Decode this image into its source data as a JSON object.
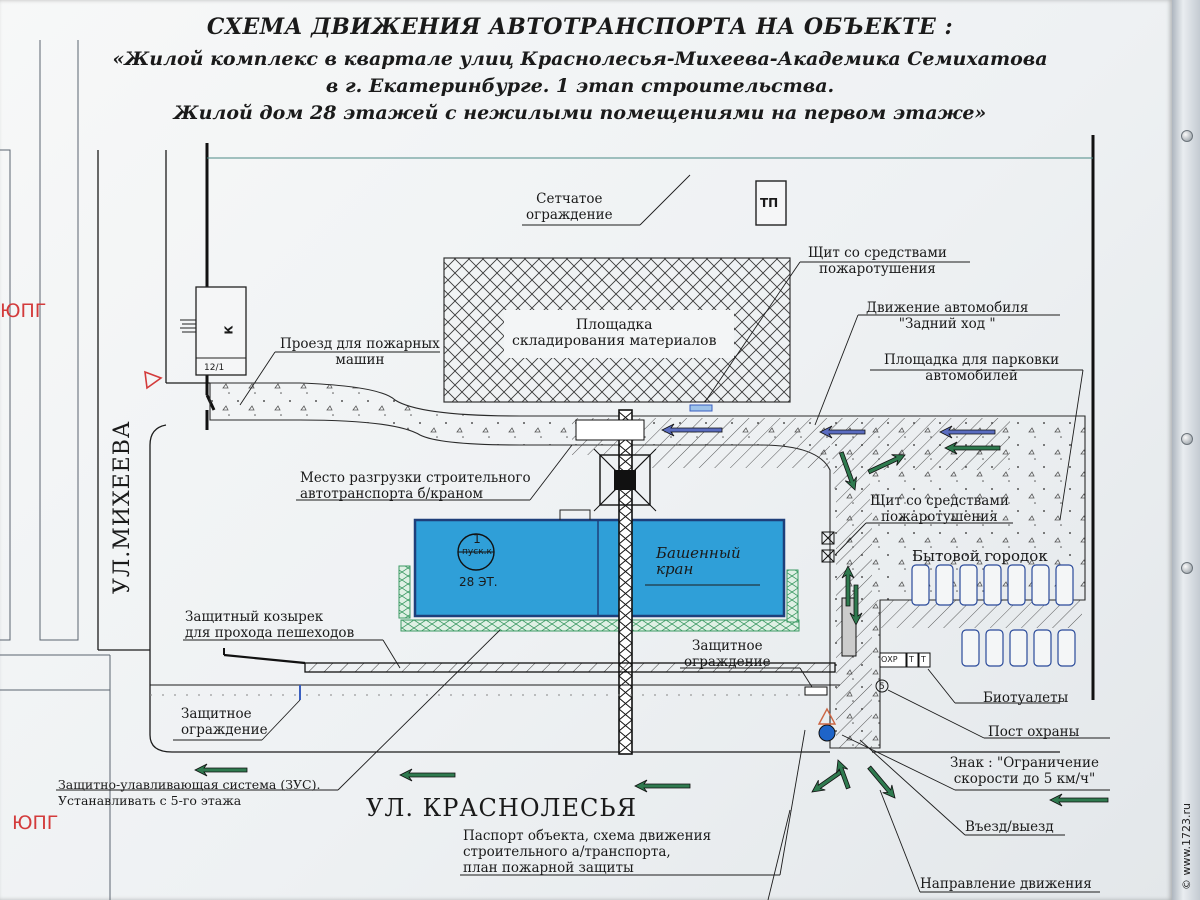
{
  "title": {
    "line1": "СХЕМА ДВИЖЕНИЯ АВТОТРАНСПОРТА НА ОБЪЕКТЕ :",
    "line2": "«Жилой комплекс в квартале улиц  Краснолесья-Михеева-Академика Семихатова",
    "line3": "в г. Екатеринбурге. 1 этап строительства.",
    "line4": "Жилой дом 28 этажей с нежилыми помещениями  на первом этаже»"
  },
  "streets": {
    "miheeva": "УЛ.МИХЕЕВА",
    "krasnolesya": "УЛ. КРАСНОЛЕСЬЯ"
  },
  "labels": {
    "fence_mesh": [
      "Сетчатое",
      "ограждение"
    ],
    "tp": "ТП",
    "fire_board_top": [
      "Щит со средствами",
      "пожаротушения"
    ],
    "reverse": [
      "Движение автомобиля",
      "\"Задний ход \""
    ],
    "parking": [
      "Площадка для парковки",
      "автомобилей"
    ],
    "fire_passage": [
      "Проезд для пожарных",
      "машин"
    ],
    "storage": [
      "Площадка",
      "складирования  материалов"
    ],
    "unloading": [
      "Место разгрузки  строительного",
      "автотранспорта б/краном"
    ],
    "tower_crane": [
      "Башенный",
      "кран"
    ],
    "fire_board_mid": [
      "Щит со средствами",
      "пожаротушения"
    ],
    "camp": "Бытовой городок",
    "canopy": [
      "Защитный козырек",
      "для прохода пешеходов"
    ],
    "fence_protect_right": [
      "Защитное",
      "ограждение"
    ],
    "fence_protect_left": [
      "Защитное",
      "ограждение"
    ],
    "toilets": "Биотуалеты",
    "guard": "Пост охраны",
    "sign": [
      "Знак : \"Ограничение",
      "скорости  до 5 км/ч\""
    ],
    "zus": [
      "Защитно-улавливающая система (ЗУС).",
      "Устанавливать  с 5-го этажа"
    ],
    "passport": [
      "Паспорт объекта, схема движения",
      "строительного а/транспорта,",
      "план пожарной защиты"
    ],
    "entry": "Въезд/выезд",
    "direction": "Направление движения"
  },
  "building": {
    "marker_num": "1",
    "marker_text": "пуск.к",
    "floors": "28 ЭТ."
  },
  "small_marks": {
    "k": "К",
    "house_num": "12/1",
    "ohr": "ОХР",
    "t1": "Т",
    "t2": "Т",
    "circle5": "5"
  },
  "red_marks": [
    "ЮПГ",
    "ЮПГ"
  ],
  "watermark": "© www.1723.ru",
  "colors": {
    "building_fill": "#2f9fd8",
    "building_stroke": "#1e3f7a",
    "arrow_green": "#2f7a4f",
    "arrow_blue": "#5a6cc0",
    "fence_green": "#3c9a64",
    "line": "#1c1c1c",
    "red_marker": "#d33b3b",
    "highlight": "#6ec1ea"
  }
}
